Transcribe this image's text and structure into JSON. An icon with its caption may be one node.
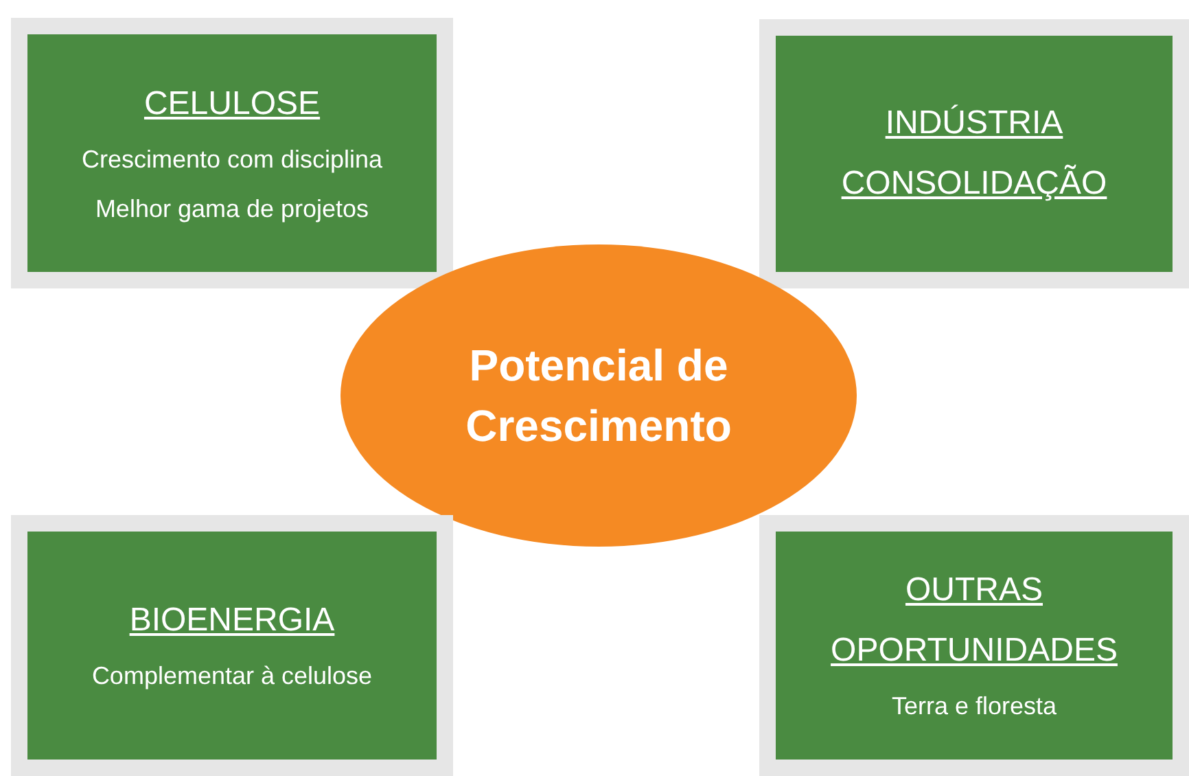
{
  "diagram": {
    "nodes": [
      {
        "text": [
          "CELULOSE",
          "Crescimento com disciplina",
          "Melhor gama de projetos"
        ]
      },
      {
        "text": [
          "INDÚSTRIA CONSOLIDAÇÃO"
        ]
      },
      {
        "text": [
          "Potencial de Crescimento"
        ]
      },
      {
        "text": [
          "BIOENERGIA",
          "Complementar à celulose"
        ]
      },
      {
        "text": [
          "OUTRAS OPORTUNIDADES",
          "Terra e floresta"
        ]
      }
    ]
  }
}
